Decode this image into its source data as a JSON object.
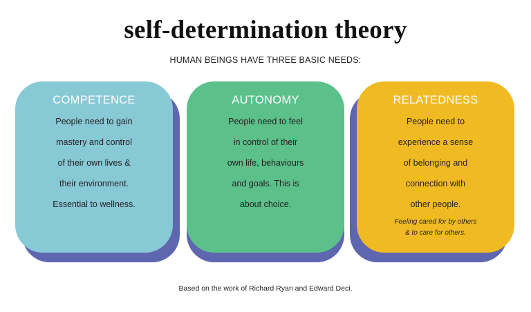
{
  "title": "self-determination theory",
  "subtitle": "HUMAN BEINGS HAVE THREE BASIC NEEDS:",
  "colors": {
    "competence": "#88c9d6",
    "autonomy": "#5bc08a",
    "relatedness": "#f0bb22",
    "shadow": "#5e66b0"
  },
  "cards": [
    {
      "title": "COMPETENCE",
      "lines": [
        "People need to gain",
        "mastery and control",
        "of their own lives &",
        "their environment.",
        "Essential to wellness."
      ]
    },
    {
      "title": "AUTONOMY",
      "lines": [
        "People need to feel",
        "in control of their",
        "own life, behaviours",
        "and goals. This is",
        "about choice."
      ]
    },
    {
      "title": "RELATEDNESS",
      "lines": [
        "People need to",
        "experience a sense",
        "of belonging and",
        "connection with",
        "other people."
      ],
      "notes": [
        "Feeling cared for by others",
        "& to care for others."
      ]
    }
  ],
  "footer": "Based on the work of Richard Ryan and Edward Deci."
}
